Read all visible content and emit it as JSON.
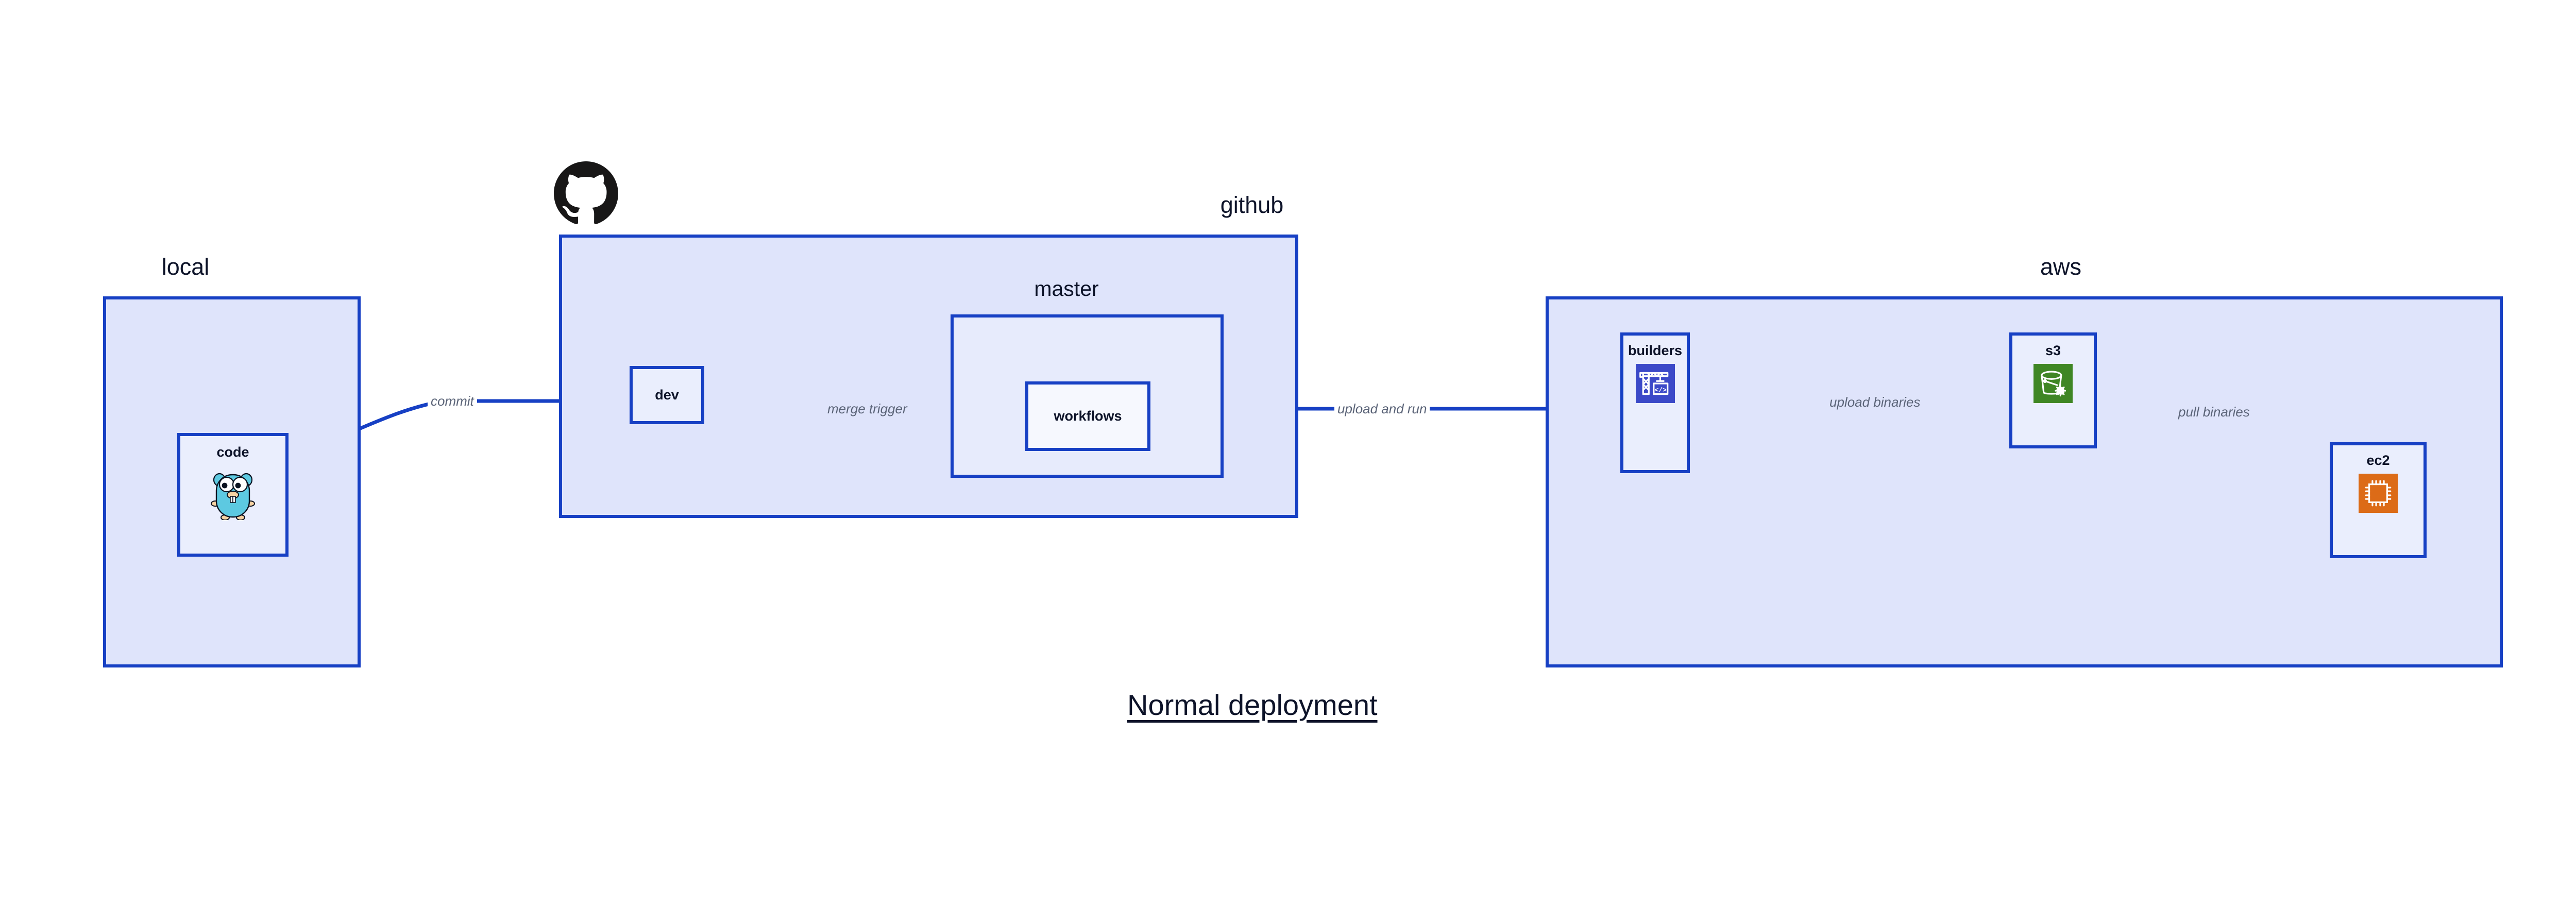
{
  "diagram": {
    "title": "Normal deployment",
    "accent_color": "#1740C4",
    "group_fill": "#DFE4FB",
    "node_fill": "#E9EDFC",
    "text_color": "#0D1329",
    "edge_label_color": "#5B6478"
  },
  "groups": [
    {
      "id": "local",
      "label": "local"
    },
    {
      "id": "github",
      "label": "github"
    },
    {
      "id": "master",
      "label": "master"
    },
    {
      "id": "aws",
      "label": "aws"
    }
  ],
  "nodes": [
    {
      "id": "code",
      "label": "code",
      "icon": "go-gopher-icon"
    },
    {
      "id": "dev",
      "label": "dev",
      "icon": ""
    },
    {
      "id": "workflows",
      "label": "workflows",
      "icon": ""
    },
    {
      "id": "builders",
      "label": "builders",
      "icon": "aws-codebuild-icon",
      "icon_color": "#3B49C8"
    },
    {
      "id": "s3",
      "label": "s3",
      "icon": "aws-s3-glacier-icon",
      "icon_color": "#3F8624"
    },
    {
      "id": "ec2",
      "label": "ec2",
      "icon": "aws-ec2-icon",
      "icon_color": "#DC6B17"
    }
  ],
  "edges": [
    {
      "id": "commit",
      "label": "commit",
      "from": "code",
      "to": "dev"
    },
    {
      "id": "merge-trigger",
      "label": "merge trigger",
      "from": "dev",
      "to": "workflows"
    },
    {
      "id": "upload-and-run",
      "label": "upload and run",
      "from": "workflows",
      "to": "builders"
    },
    {
      "id": "upload-binaries",
      "label": "upload binaries",
      "from": "builders",
      "to": "s3"
    },
    {
      "id": "pull-binaries",
      "label": "pull binaries",
      "from": "s3",
      "to": "ec2"
    }
  ],
  "logos": [
    {
      "id": "github-logo",
      "name": "github-octocat-icon",
      "color": "#181717"
    }
  ]
}
